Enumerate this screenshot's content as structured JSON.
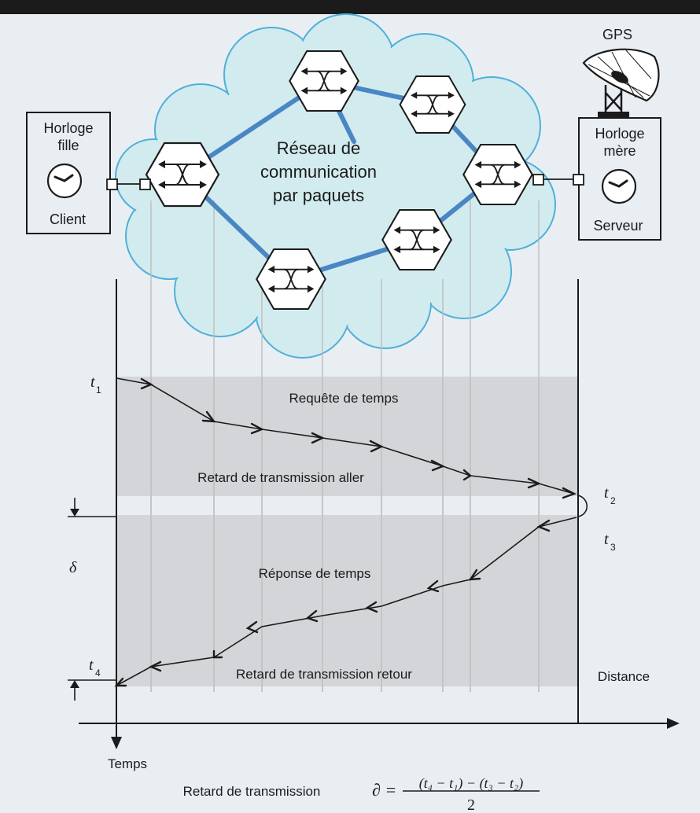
{
  "labels": {
    "gps": "GPS",
    "client_clock_line1": "Horloge",
    "client_clock_line2": "fille",
    "client_label": "Client",
    "server_clock_line1": "Horloge",
    "server_clock_line2": "mère",
    "server_label": "Serveur",
    "network_line1": "Réseau de",
    "network_line2": "communication",
    "network_line3": "par paquets",
    "request": "Requête de temps",
    "forward_delay": "Retard de transmission aller",
    "response": "Réponse de temps",
    "return_delay": "Retard de transmission retour",
    "distance_axis": "Distance",
    "time_axis": "Temps",
    "delta": "δ",
    "t1": "t",
    "t1_sub": "1",
    "t2": "t",
    "t2_sub": "2",
    "t3": "t",
    "t3_sub": "3",
    "t4": "t",
    "t4_sub": "4",
    "formula_label": "Retard de transmission",
    "formula_lhs": "∂ =",
    "formula_numerator": "(t₄ − t₁) − (t₃ − t₂)",
    "formula_denominator": "2"
  },
  "colors": {
    "background": "#e9eef3",
    "top_bar": "#1b1b1b",
    "cloud_fill": "#d2ebee",
    "cloud_stroke": "#4fb0d9",
    "link": "#4a86c4",
    "band": "#d3d5d8",
    "guide_line": "#bdbdbd",
    "ink": "#1b1b1b"
  }
}
